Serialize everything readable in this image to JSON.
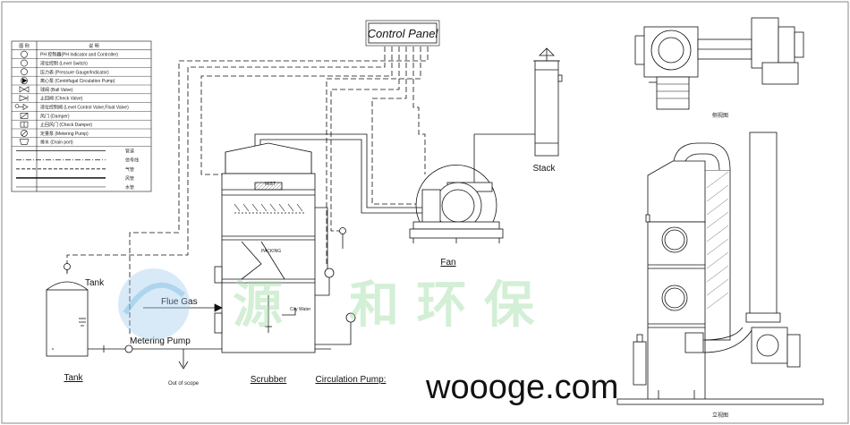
{
  "labels": {
    "control_panel": "Control Panel",
    "stack": "Stack",
    "fan": "Fan",
    "tank_top": "Tank",
    "tank_bottom": "Tank",
    "flue_gas": "Flue Gas",
    "metering_pump": "Metering Pump",
    "out_of_scope": "Out of scope",
    "scrubber": "Scrubber",
    "circulation_pump": "Circulation Pump:",
    "city_water": "City Water",
    "packing": "PACKING",
    "mist": "MIST",
    "side_view": "侧视图",
    "front_view": "立视图",
    "website": "woooge.com",
    "watermark": "和 环 保"
  },
  "legend": {
    "header_symbol": "图 例",
    "header_desc": "说 明",
    "items": [
      {
        "icon": "ph-indicator-icon",
        "text": "PH 控制器(PH Indicator and Controller)"
      },
      {
        "icon": "level-switch-icon",
        "text": "液位控制 (Level Switch)"
      },
      {
        "icon": "pressure-gauge-icon",
        "text": "压力表 (Pressure Gauge/Indicator)"
      },
      {
        "icon": "centrifugal-pump-icon",
        "text": "离心泵 (Centrifugal Circulation Pump)"
      },
      {
        "icon": "ball-valve-icon",
        "text": "球阀 (Ball Valve)"
      },
      {
        "icon": "check-valve-icon",
        "text": "止回阀 (Check Valve)"
      },
      {
        "icon": "float-valve-icon",
        "text": "液位控制阀 (Level Control Valve,Float Valve)"
      },
      {
        "icon": "damper-icon",
        "text": "风门 (Damper)"
      },
      {
        "icon": "check-damper-icon",
        "text": "止回风门 (Check Damper)"
      },
      {
        "icon": "metering-pump-icon",
        "text": "定量泵 (Metering Pump)"
      },
      {
        "icon": "drain-port-icon",
        "text": "排水 (Drain port)"
      }
    ],
    "line_items": [
      "管道",
      "信号线",
      "气管",
      "风管",
      "水管"
    ]
  },
  "colors": {
    "line": "#111111",
    "watermark": "#9fdca6",
    "watermark_logo": "#8fc4e8"
  }
}
